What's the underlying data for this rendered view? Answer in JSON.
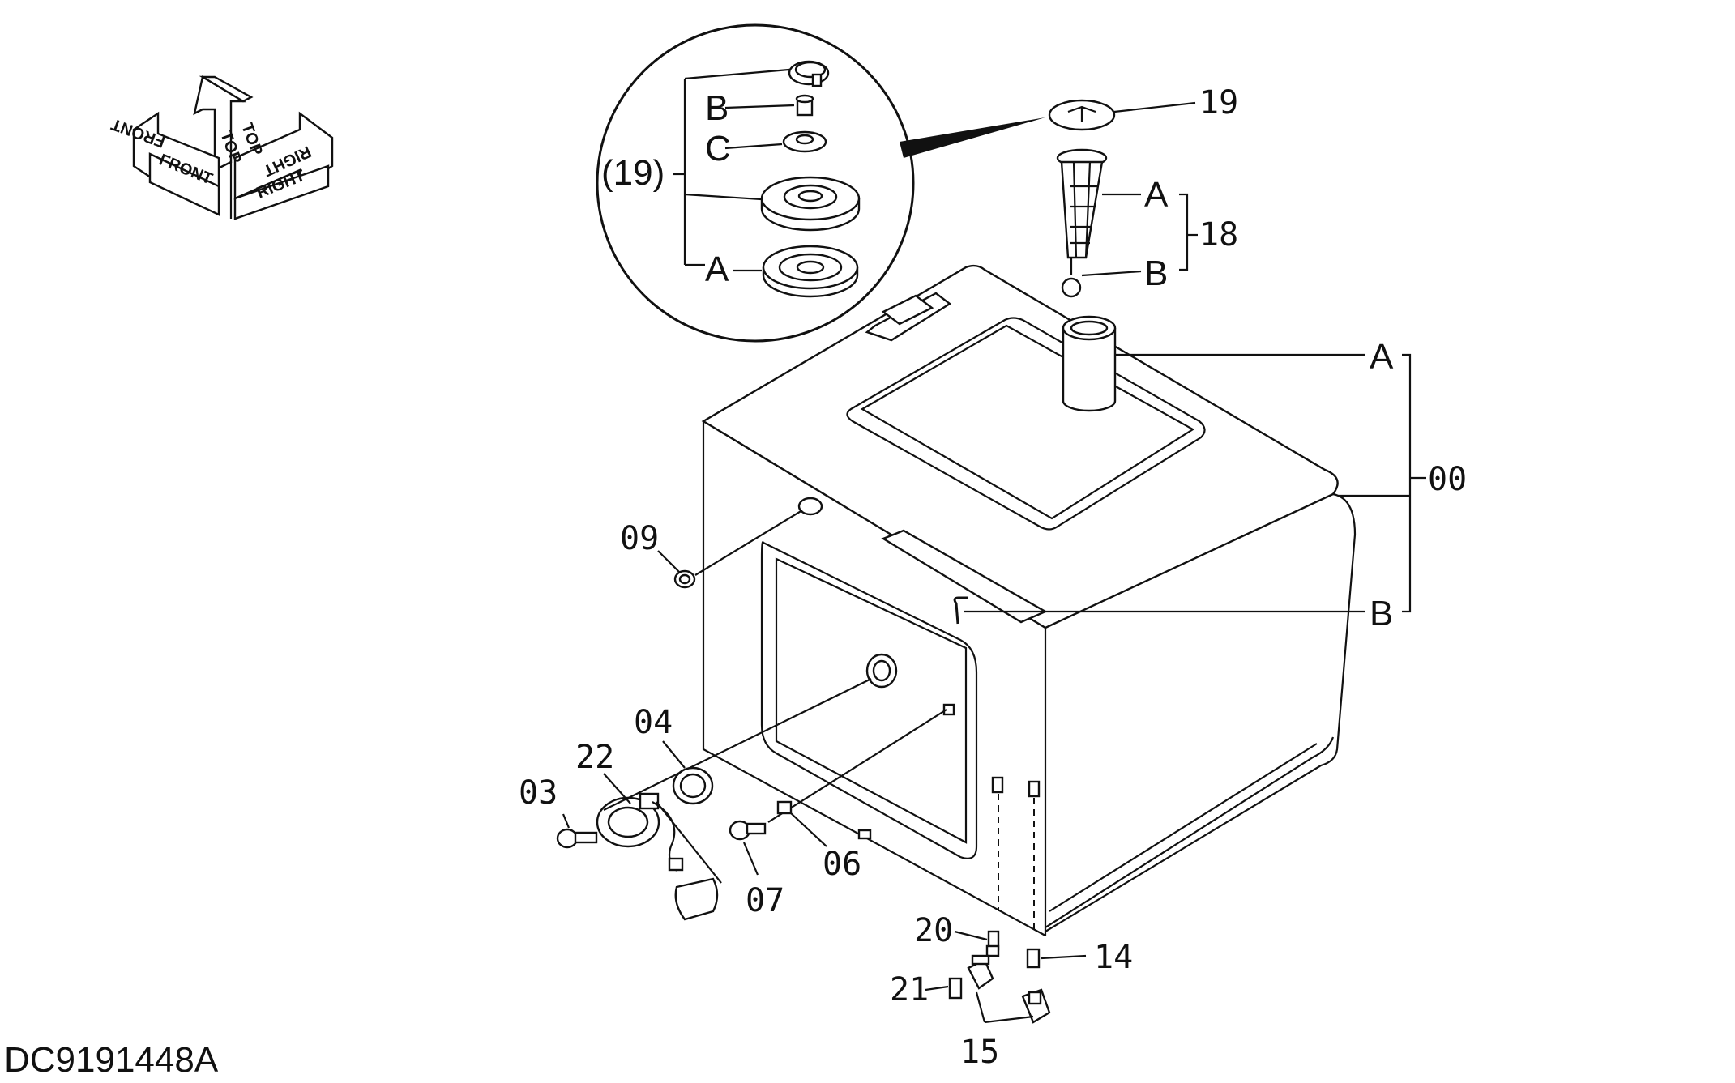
{
  "orientation": {
    "top_label": "TOP",
    "front_label": "FRONT",
    "right_label": "RIGHT"
  },
  "callouts": {
    "p00": "00",
    "p03": "03",
    "p04": "04",
    "p06": "06",
    "p07": "07",
    "p09": "09",
    "p14": "14",
    "p15": "15",
    "p18": "18",
    "p19": "19",
    "p20": "20",
    "p21": "21",
    "p22": "22",
    "tank_a": "A",
    "tank_b": "B",
    "strainer_a": "A",
    "strainer_b": "B"
  },
  "detail": {
    "group_label": "(19)",
    "b": "B",
    "c": "C",
    "a": "A"
  },
  "drawing_code": "DC9191448A"
}
